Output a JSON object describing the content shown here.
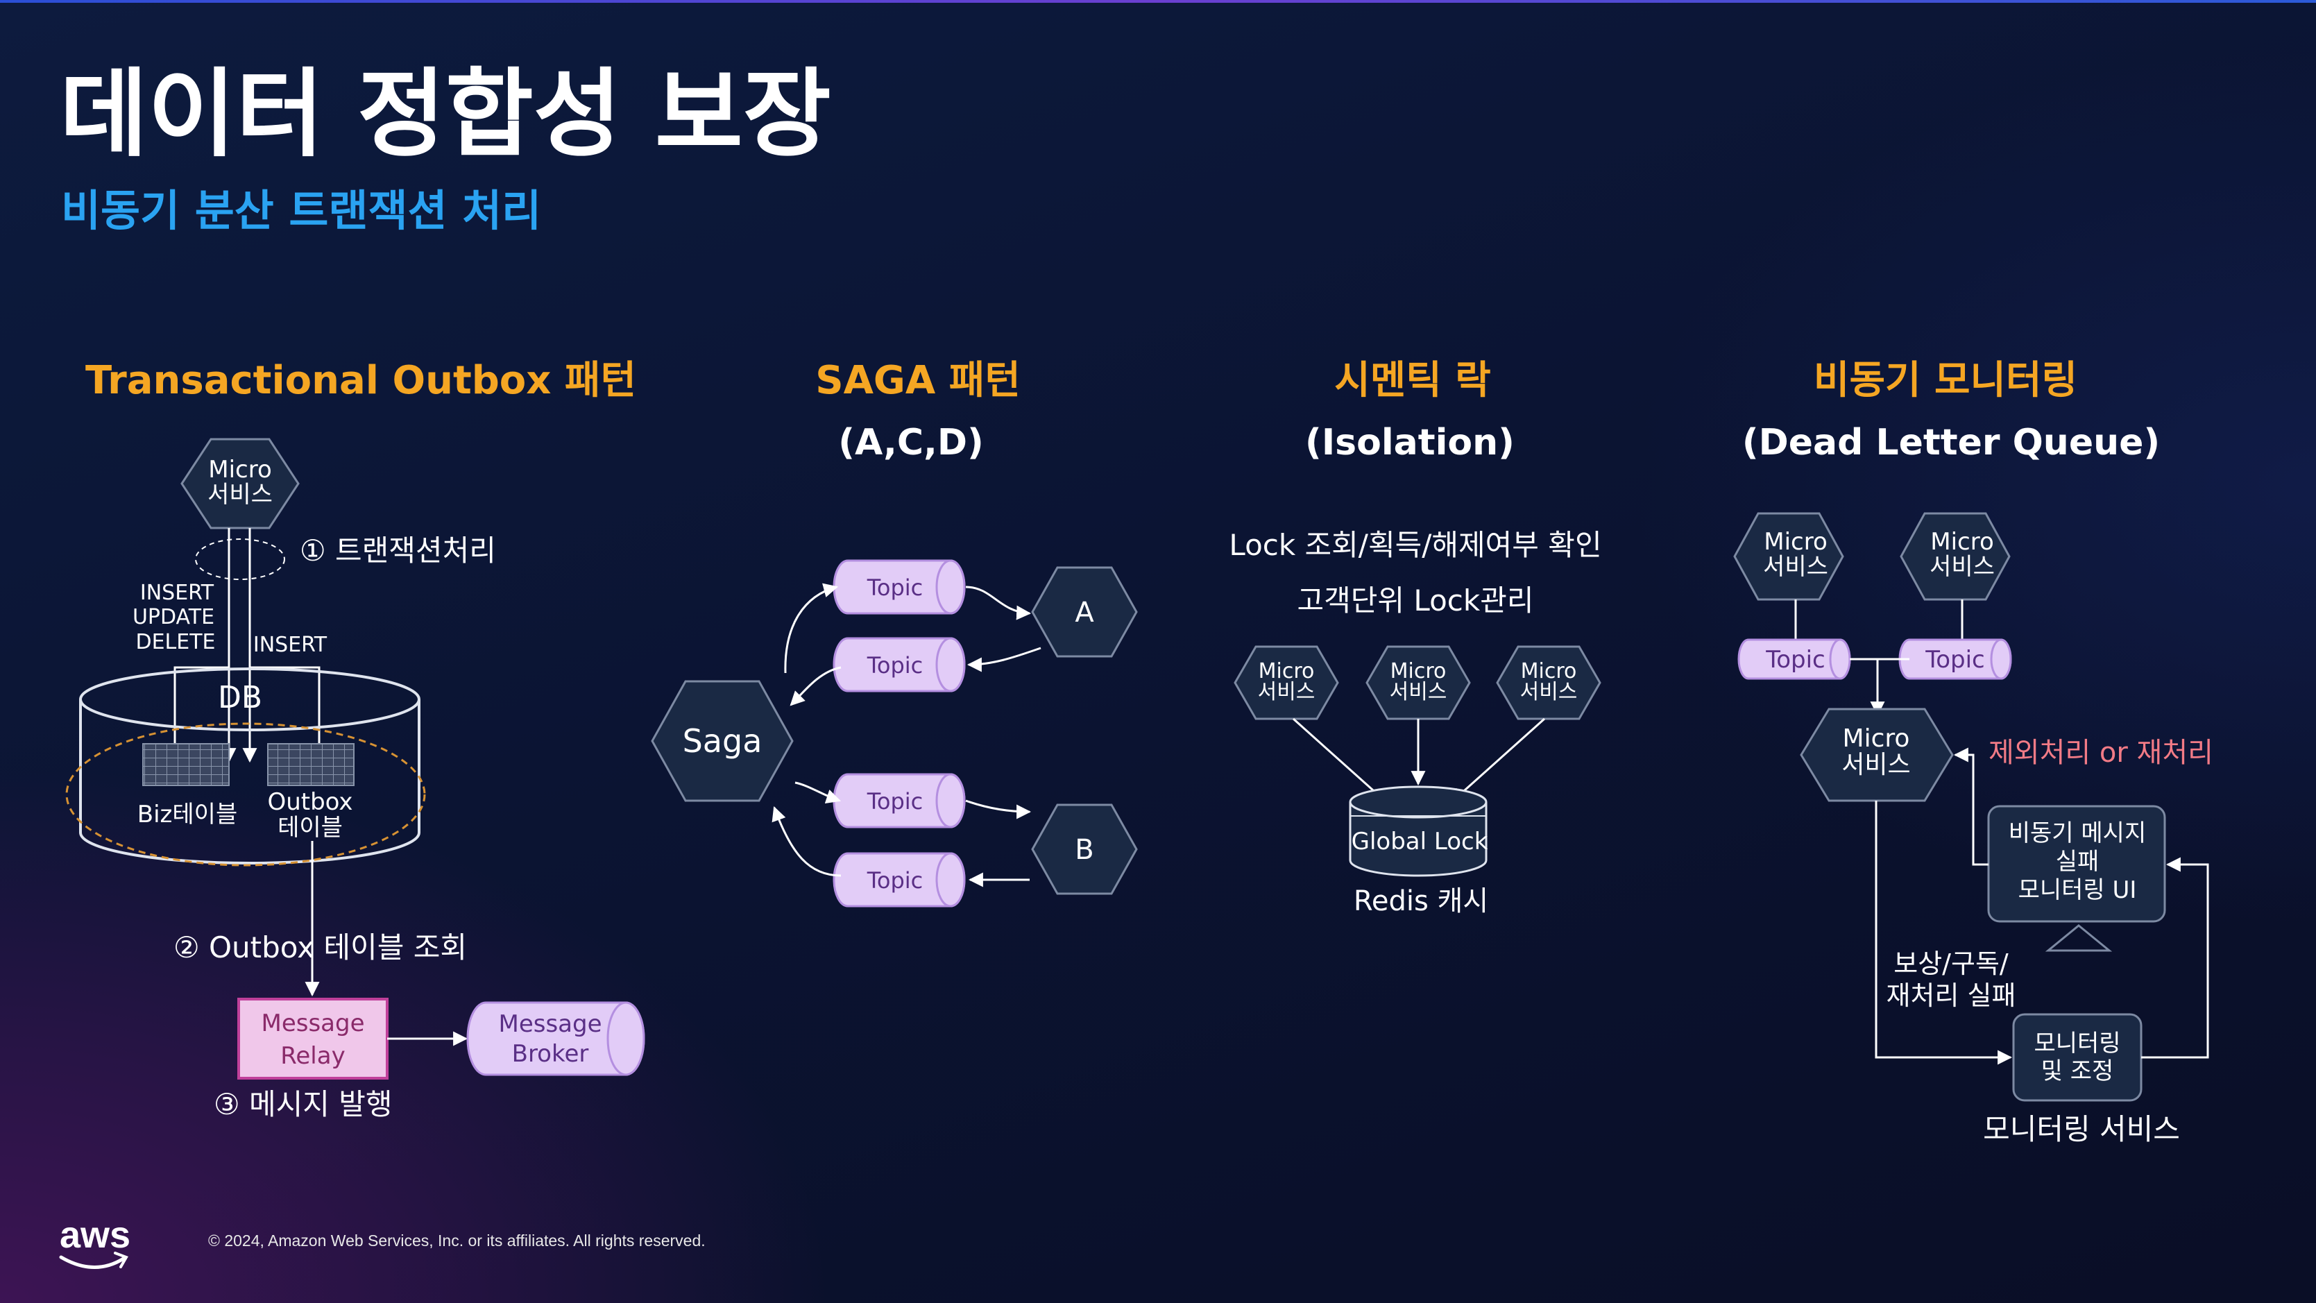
{
  "slide": {
    "title": "데이터 정합성 보장",
    "subtitle": "비동기 분산 트랜잭션 처리",
    "logo_text": "aws",
    "copyright": "© 2024, Amazon Web Services, Inc. or its affiliates. All rights reserved."
  },
  "colors": {
    "title": "#ffffff",
    "subtitle": "#2aa3f2",
    "section_heading": "#f5a623",
    "node_fill": "#1a2944",
    "node_stroke": "#7d8aa3",
    "topic_fill": "#e2ccf7",
    "topic_text": "#5a2f86",
    "relay_fill": "#f0c7ea",
    "relay_stroke": "#c0409a",
    "relay_text": "#8a2a6a",
    "db_stroke": "#dfe4ee",
    "dashed_orange": "#d79233",
    "accent_red": "#f27b86"
  },
  "outbox": {
    "heading": "Transactional Outbox 패턴",
    "micro_service": [
      "Micro",
      "서비스"
    ],
    "step1": "① 트랜잭션처리",
    "ops_left": [
      "INSERT",
      "UPDATE",
      "DELETE"
    ],
    "ops_right": "INSERT",
    "db_label": "DB",
    "biz_table": "Biz테이블",
    "outbox_table": [
      "Outbox",
      "테이블"
    ],
    "step2": "② Outbox 테이블 조회",
    "message_relay": [
      "Message",
      "Relay"
    ],
    "message_broker": [
      "Message",
      "Broker"
    ],
    "step3": "③ 메시지 발행"
  },
  "saga": {
    "heading": "SAGA 패턴",
    "subheading": "(A,C,D)",
    "saga_node": "Saga",
    "topics": [
      "Topic",
      "Topic",
      "Topic",
      "Topic"
    ],
    "service_a": "A",
    "service_b": "B"
  },
  "semantic_lock": {
    "heading": "시멘틱 락",
    "subheading": "(Isolation)",
    "desc1": "Lock 조회/획득/해제여부 확인",
    "desc2": "고객단위 Lock관리",
    "micro_services": [
      [
        "Micro",
        "서비스"
      ],
      [
        "Micro",
        "서비스"
      ],
      [
        "Micro",
        "서비스"
      ]
    ],
    "global_lock": "Global Lock",
    "redis": "Redis 캐시"
  },
  "async_monitoring": {
    "heading": "비동기 모니터링",
    "subheading": "(Dead Letter Queue)",
    "top_services": [
      [
        "Micro",
        "서비스"
      ],
      [
        "Micro",
        "서비스"
      ]
    ],
    "topics": [
      "Topic",
      "Topic"
    ],
    "center_service": [
      "Micro",
      "서비스"
    ],
    "exclusion_label": "제외처리 or 재처리",
    "ui_box": [
      "비동기 메시지",
      "실패",
      "모니터링 UI"
    ],
    "failure_label": [
      "보상/구독/",
      "재처리 실패"
    ],
    "control_box": [
      "모니터링",
      "및 조정"
    ],
    "monitoring_service": "모니터링 서비스"
  }
}
